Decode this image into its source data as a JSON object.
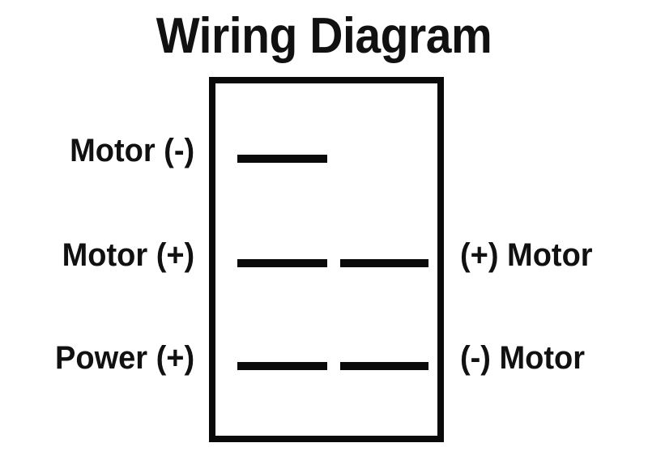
{
  "title": "Wiring Diagram",
  "colors": {
    "ink": "#0a0a0a",
    "text": "#111111",
    "background": "#ffffff"
  },
  "switch": {
    "name": "rocker-switch-body",
    "rows": [
      {
        "id": "row-1",
        "left_label": "Motor (-)",
        "right_label": "",
        "terminals": [
          "left"
        ]
      },
      {
        "id": "row-2",
        "left_label": "Motor (+)",
        "right_label": "(+) Motor",
        "terminals": [
          "left",
          "right"
        ]
      },
      {
        "id": "row-3",
        "left_label": "Power (+)",
        "right_label": "(-) Motor",
        "terminals": [
          "left",
          "right"
        ]
      }
    ]
  }
}
